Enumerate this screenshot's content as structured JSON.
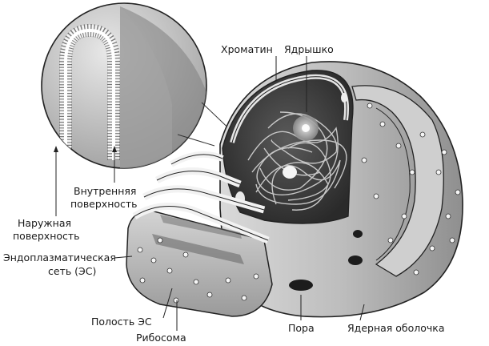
{
  "labels": {
    "chromatin": "Хроматин",
    "nucleolus": "Ядрышко",
    "inner_surface_line1": "Внутренняя",
    "inner_surface_line2": "поверхность",
    "outer_surface_line1": "Наружная",
    "outer_surface_line2": "поверхность",
    "er_line1": "Эндоплазматическая",
    "er_line2": "сеть (ЭС)",
    "er_cavity": "Полость ЭС",
    "ribosome": "Рибосома",
    "pore": "Пора",
    "nuclear_envelope": "Ядерная оболочка"
  }
}
